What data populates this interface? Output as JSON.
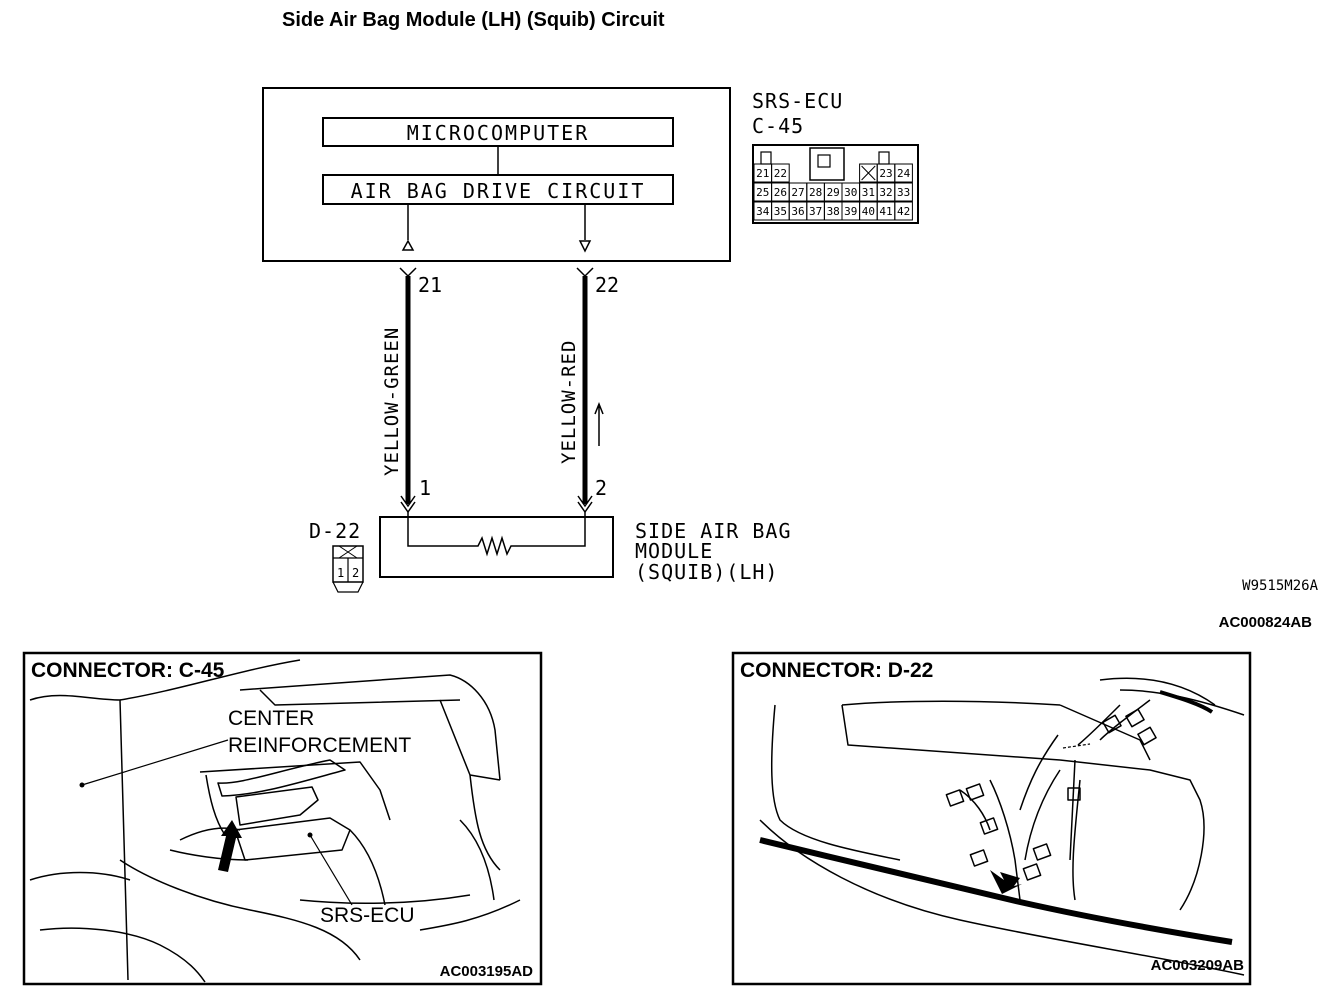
{
  "title": "Side Air Bag Module (LH) (Squib) Circuit",
  "ecu": {
    "name": "SRS-ECU",
    "connector": "C-45",
    "microcomputer": "MICROCOMPUTER",
    "drive_circuit": "AIR BAG DRIVE CIRCUIT",
    "pins_row1": [
      "21",
      "22",
      "23",
      "24"
    ],
    "pins_row2": [
      "25",
      "26",
      "27",
      "28",
      "29",
      "30",
      "31",
      "32",
      "33"
    ],
    "pins_row3": [
      "34",
      "35",
      "36",
      "37",
      "38",
      "39",
      "40",
      "41",
      "42"
    ]
  },
  "wires": [
    {
      "ecu_pin": "21",
      "color": "YELLOW-GREEN",
      "module_pin": "1"
    },
    {
      "ecu_pin": "22",
      "color": "YELLOW-RED",
      "module_pin": "2"
    }
  ],
  "module": {
    "connector": "D-22",
    "label_line1": "SIDE AIR BAG",
    "label_line2": "MODULE",
    "label_line3": "(SQUIB)(LH)",
    "pins": [
      "1",
      "2"
    ]
  },
  "diagram_code": "W9515M26A",
  "figure_code": "AC000824AB",
  "panels": [
    {
      "title": "CONNECTOR: C-45",
      "label_center_1": "CENTER",
      "label_center_2": "REINFORCEMENT",
      "label_ecu": "SRS-ECU",
      "code": "AC003195AD"
    },
    {
      "title": "CONNECTOR: D-22",
      "code": "AC003209AB"
    }
  ]
}
